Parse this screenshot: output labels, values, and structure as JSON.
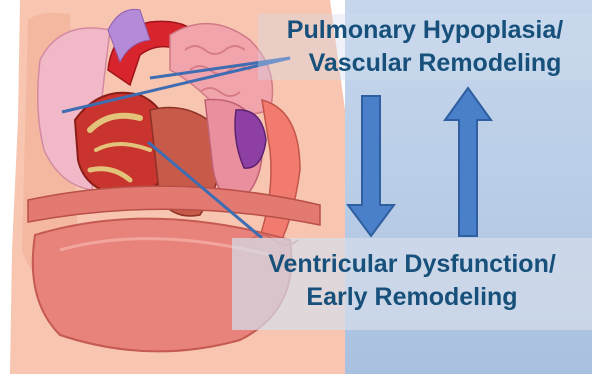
{
  "labels": {
    "top": {
      "line1": "Pulmonary Hypoplasia/",
      "line2": "Vascular Remodeling"
    },
    "bottom": {
      "line1": "Ventricular Dysfunction/",
      "line2": "Early Remodeling"
    }
  },
  "colors": {
    "text": "#17507a",
    "arrow_fill": "#4a7fc9",
    "arrow_stroke": "#2f5f9e",
    "leader_line": "#3f6db2",
    "background": "#b8cce6"
  },
  "icons": {
    "down_arrow": "arrow-down",
    "up_arrow": "arrow-up"
  }
}
